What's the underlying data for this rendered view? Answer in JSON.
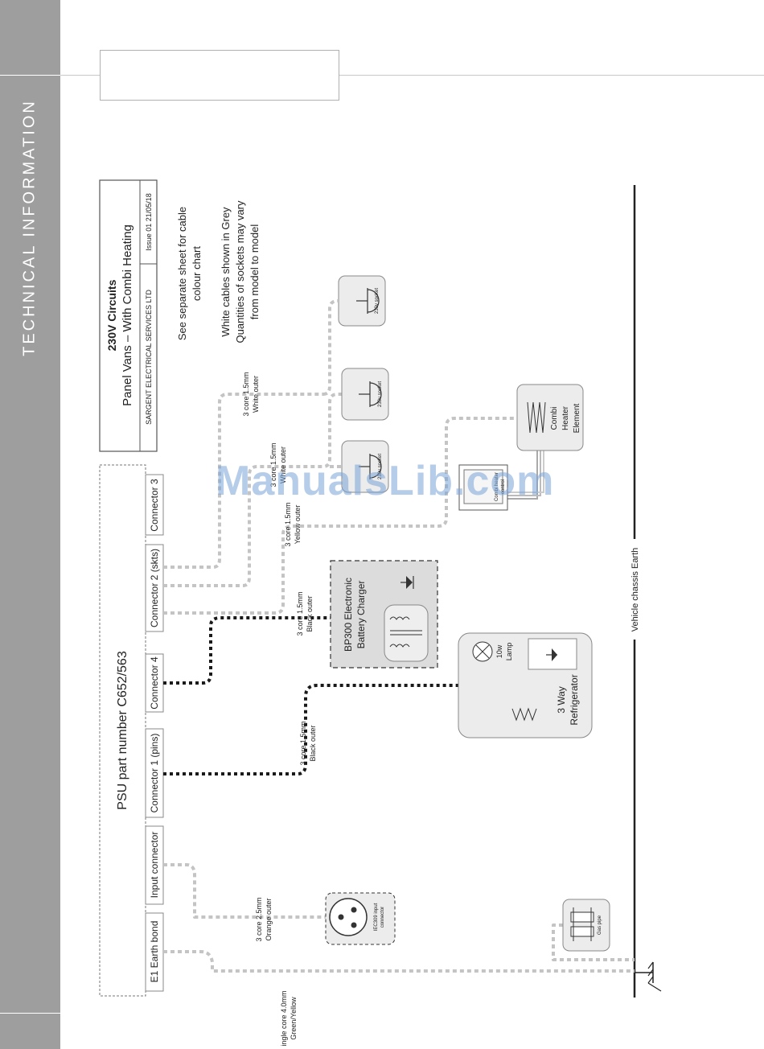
{
  "sidebar": {
    "title": "TECHNICAL INFORMATION"
  },
  "title_block": {
    "title": "230V Circuits",
    "subtitle": "Panel Vans – With Combi Heating",
    "company": "SARGENT ELECTRICAL SERVICES LTD",
    "issue": "Issue 01  21/05/18"
  },
  "notes": {
    "cable_chart": [
      "See separate sheet for cable",
      "colour chart"
    ],
    "grey_cables": [
      "White cables shown in Grey",
      "Quantities of sockets may vary",
      "from model to model"
    ]
  },
  "psu": {
    "part_number": "PSU part number C652/563",
    "connectors": [
      "E1 Earth bond",
      "Input connector",
      "Connector 1 (pins)",
      "Connector 4",
      "Connector 2 (skts)",
      "Connector 3"
    ]
  },
  "components": {
    "socket_labels": [
      "230v socket",
      "230v socket",
      "230v socket"
    ],
    "combi_heater": [
      "Combi",
      "Heater",
      "Element"
    ],
    "combi_control": [
      "Combi heater",
      "control"
    ],
    "charger": [
      "BP300 Electronic",
      "Battery Charger"
    ],
    "lamp": [
      "10w",
      "Lamp"
    ],
    "fridge": [
      "3 Way",
      "Refrigerator"
    ],
    "iec": [
      "IEC309 input",
      "connector"
    ],
    "gas_pipe": "Gas pipe"
  },
  "cables": {
    "earth": [
      "ingle core 4.0mm",
      "Green/Yellow"
    ],
    "input": [
      "3 core 2.5mm",
      "Orange outer"
    ],
    "fridge": [
      "3 core 1.5mm",
      "Black outer"
    ],
    "charger": [
      "3 core 1.5mm",
      "Black outer"
    ],
    "combi": [
      "3 core 1.5mm",
      "Yellow outer"
    ],
    "sockets_mid": [
      "3 core 1.5mm",
      "White outer"
    ],
    "sockets_top": [
      "3 core 1.5mm",
      "White outer"
    ]
  },
  "earth_bar": {
    "label": "Vehicle chassis Earth"
  },
  "colors": {
    "sidebar": "#9e9e9e",
    "white_cable": "#c4c4c4",
    "black_cable": "#1a1a1a",
    "watermark": "#7aa4d8"
  },
  "watermark": "ManualsLib.com"
}
